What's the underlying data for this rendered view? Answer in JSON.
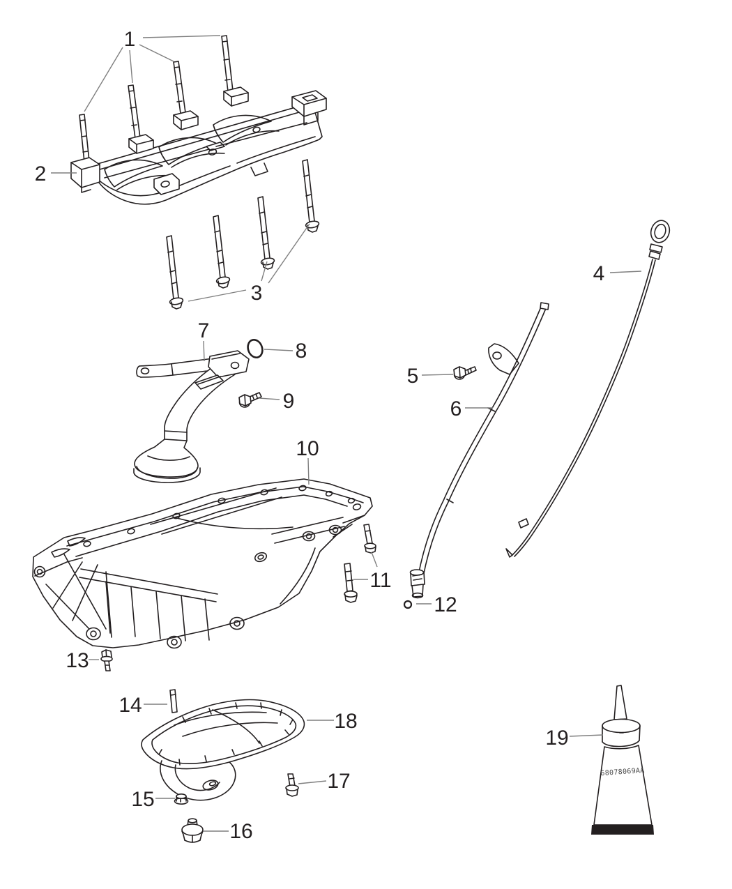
{
  "diagram": {
    "background": "#ffffff",
    "line_color": "#231f20",
    "leader_color": "#7f7f7f",
    "label_color": "#231f20",
    "code_color": "#4a4a4a"
  },
  "callouts": [
    {
      "number": "1",
      "part": "windage-tray-stud"
    },
    {
      "number": "2",
      "part": "windage-tray"
    },
    {
      "number": "3",
      "part": "long-mounting-bolt"
    },
    {
      "number": "4",
      "part": "oil-dipstick"
    },
    {
      "number": "5",
      "part": "dipstick-tube-bolt"
    },
    {
      "number": "6",
      "part": "dipstick-tube"
    },
    {
      "number": "7",
      "part": "oil-pickup-tube"
    },
    {
      "number": "8",
      "part": "pickup-tube-o-ring"
    },
    {
      "number": "9",
      "part": "pickup-tube-bolt"
    },
    {
      "number": "10",
      "part": "upper-oil-pan"
    },
    {
      "number": "11",
      "part": "upper-oil-pan-bolt"
    },
    {
      "number": "12",
      "part": "dipstick-tube-o-ring"
    },
    {
      "number": "13",
      "part": "upper-oil-pan-front-bolt"
    },
    {
      "number": "14",
      "part": "lower-oil-pan-stud"
    },
    {
      "number": "15",
      "part": "lower-oil-pan-nut"
    },
    {
      "number": "16",
      "part": "oil-drain-plug"
    },
    {
      "number": "17",
      "part": "lower-oil-pan-bolt"
    },
    {
      "number": "18",
      "part": "lower-oil-pan"
    },
    {
      "number": "19",
      "part": "sealant-tube"
    }
  ],
  "sealant_tube": {
    "printed_code": "68078069AA"
  }
}
